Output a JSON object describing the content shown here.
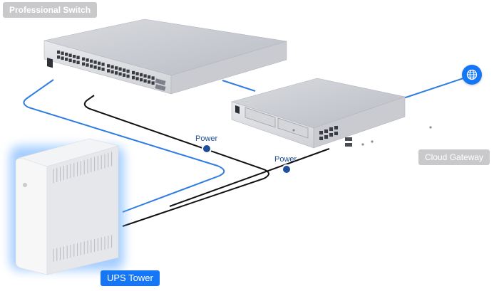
{
  "diagram": {
    "switch_label": "Professional Switch",
    "gateway_label": "Cloud Gateway",
    "ups_label": "UPS Tower",
    "power_label_1": "Power",
    "power_label_2": "Power",
    "internet_icon": "globe-icon"
  },
  "colors": {
    "data_cable": "#2f7de1",
    "power_cable": "#111111",
    "badge_blue": "#1577f5",
    "badge_gray": "#c9c9cb"
  }
}
